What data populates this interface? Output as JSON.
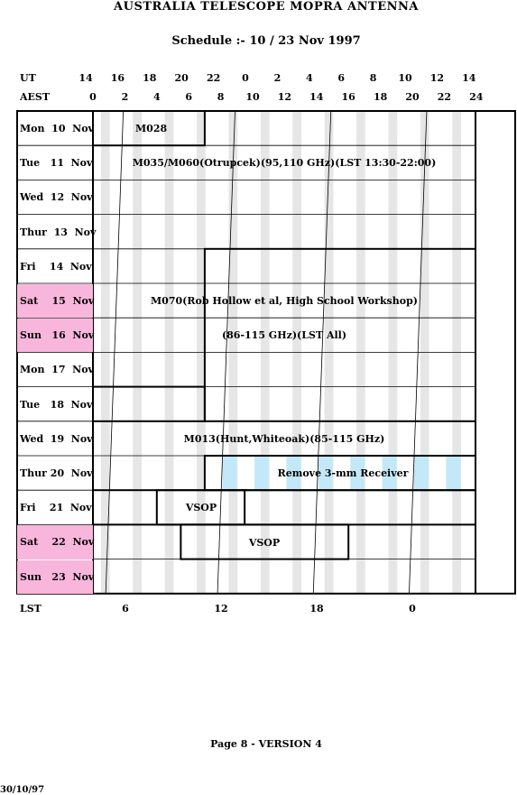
{
  "header": {
    "title": "AUSTRALIA TELESCOPE MOPRA ANTENNA",
    "subtitle": "Schedule :- 10 / 23 Nov 1997"
  },
  "axes": {
    "ut_label": "UT",
    "aest_label": "AEST",
    "lst_label": "LST",
    "ut_ticks": [
      "14",
      "16",
      "18",
      "20",
      "22",
      "0",
      "2",
      "4",
      "6",
      "8",
      "10",
      "12",
      "14"
    ],
    "aest_ticks": [
      "0",
      "2",
      "4",
      "6",
      "8",
      "10",
      "12",
      "14",
      "16",
      "18",
      "20",
      "22",
      "24"
    ],
    "lst_ticks": [
      "6",
      "12",
      "18",
      "0"
    ]
  },
  "days": [
    {
      "label": "Mon  10  Nov",
      "weekend": false
    },
    {
      "label": "Tue   11  Nov",
      "weekend": false
    },
    {
      "label": "Wed  12  Nov",
      "weekend": false
    },
    {
      "label": "Thur  13  Nov",
      "weekend": false
    },
    {
      "label": "Fri    14  Nov",
      "weekend": false
    },
    {
      "label": "Sat    15  Nov",
      "weekend": true
    },
    {
      "label": "Sun   16  Nov",
      "weekend": true
    },
    {
      "label": "Mon  17  Nov",
      "weekend": false
    },
    {
      "label": "Tue   18  Nov",
      "weekend": false
    },
    {
      "label": "Wed  19  Nov",
      "weekend": false
    },
    {
      "label": "Thur 20  Nov",
      "weekend": false
    },
    {
      "label": "Fri    21  Nov",
      "weekend": false
    },
    {
      "label": "Sat    22  Nov",
      "weekend": true
    },
    {
      "label": "Sun   23  Nov",
      "weekend": true
    }
  ],
  "bookings": {
    "m028": "M028",
    "m035": "M035/M060(Otrupcek)(95,110 GHz)(LST 13:30-22:00)",
    "m070_line1": "M070(Rob Hollow et al, High School Workshop)",
    "m070_line2": "(86-115 GHz)(LST All)",
    "m013": "M013(Hunt,Whiteoak)(85-115 GHz)",
    "receiver": "Remove 3-mm Receiver",
    "vsop1": "VSOP",
    "vsop2": "VSOP"
  },
  "colors": {
    "weekend": "#f9b6dc",
    "stripe": "#e6e6e6",
    "receiver_stripe": "#c3e9f8"
  },
  "footer": {
    "page": "Page 8 - VERSION 4",
    "date": "30/10/97"
  }
}
